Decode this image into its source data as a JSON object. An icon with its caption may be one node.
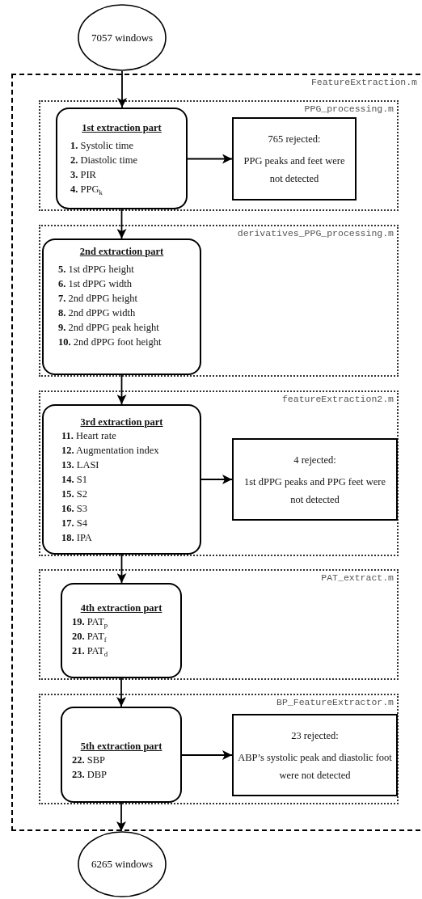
{
  "diagram": {
    "nodes": [
      {
        "text": [
          "7057 windows"
        ]
      },
      {
        "text": [
          "FeatureExtraction.m"
        ]
      },
      {
        "text": [
          "PPG_processing.m"
        ],
        "in": 1
      },
      {
        "text": [
          "1st extraction part",
          "**1.** Systolic time",
          "**2.** Diastolic time",
          "**3.** PIR",
          "**4.** PPG$_{k}$"
        ],
        "in": 2
      },
      {
        "text": [
          "765 rejected:",
          "PPG peaks and feet were not detected"
        ],
        "in": 2
      },
      {
        "text": [
          "derivatives_PPG_processing.m"
        ],
        "in": 1
      },
      {
        "text": [
          "2nd extraction part",
          "**5.** 1st dPPG height",
          "**6.** 1st dPPG width",
          "**7.** 2nd dPPG height",
          "**8.** 2nd dPPG width",
          "**9.** 2nd dPPG peak height",
          "**10.** 2nd dPPG foot height"
        ],
        "in": 5
      },
      {
        "text": [
          "featureExtraction2.m"
        ],
        "in": 1
      },
      {
        "text": [
          "3rd extraction part",
          "**11.** Heart rate",
          "**12.** Augmentation index",
          "**13.** LASI",
          "**14.** S1",
          "**15.** S2",
          "**16.** S3",
          "**17.** S4",
          "**18.** IPA"
        ],
        "in": 7
      },
      {
        "text": [
          "4 rejected:",
          "1st dPPG peaks and PPG feet were not detected"
        ],
        "in": 7
      },
      {
        "text": [
          "PAT_extract.m"
        ],
        "in": 1
      },
      {
        "text": [
          "4th extraction part",
          "**19.** PAT$_{p}$",
          "**20.** PAT$_{f}$",
          "**21.** PAT$_{d}$"
        ],
        "in": 10
      },
      {
        "text": [
          "BP_FeatureExtractor.m"
        ],
        "in": 1
      },
      {
        "text": [
          "5th extraction part",
          "**22.** SBP",
          "**23.** DBP"
        ],
        "in": 12
      },
      {
        "text": [
          "23 rejected:",
          "ABP’s systolic peak and diastolic foot were not detected"
        ],
        "in": 12
      },
      {
        "text": [
          "6265 windows"
        ]
      }
    ],
    "edges": [
      {
        "from": 0,
        "to": 3,
        "arrow": "to"
      },
      {
        "from": 3,
        "to": 4,
        "arrow": "to"
      },
      {
        "from": 3,
        "to": 6,
        "arrow": "to"
      },
      {
        "from": 6,
        "to": 8,
        "arrow": "to"
      },
      {
        "from": 8,
        "to": 9,
        "arrow": "to"
      },
      {
        "from": 8,
        "to": 11,
        "arrow": "to"
      },
      {
        "from": 11,
        "to": 13,
        "arrow": "to"
      },
      {
        "from": 13,
        "to": 14,
        "arrow": "to"
      },
      {
        "from": 13,
        "to": 15,
        "arrow": "to"
      }
    ]
  }
}
